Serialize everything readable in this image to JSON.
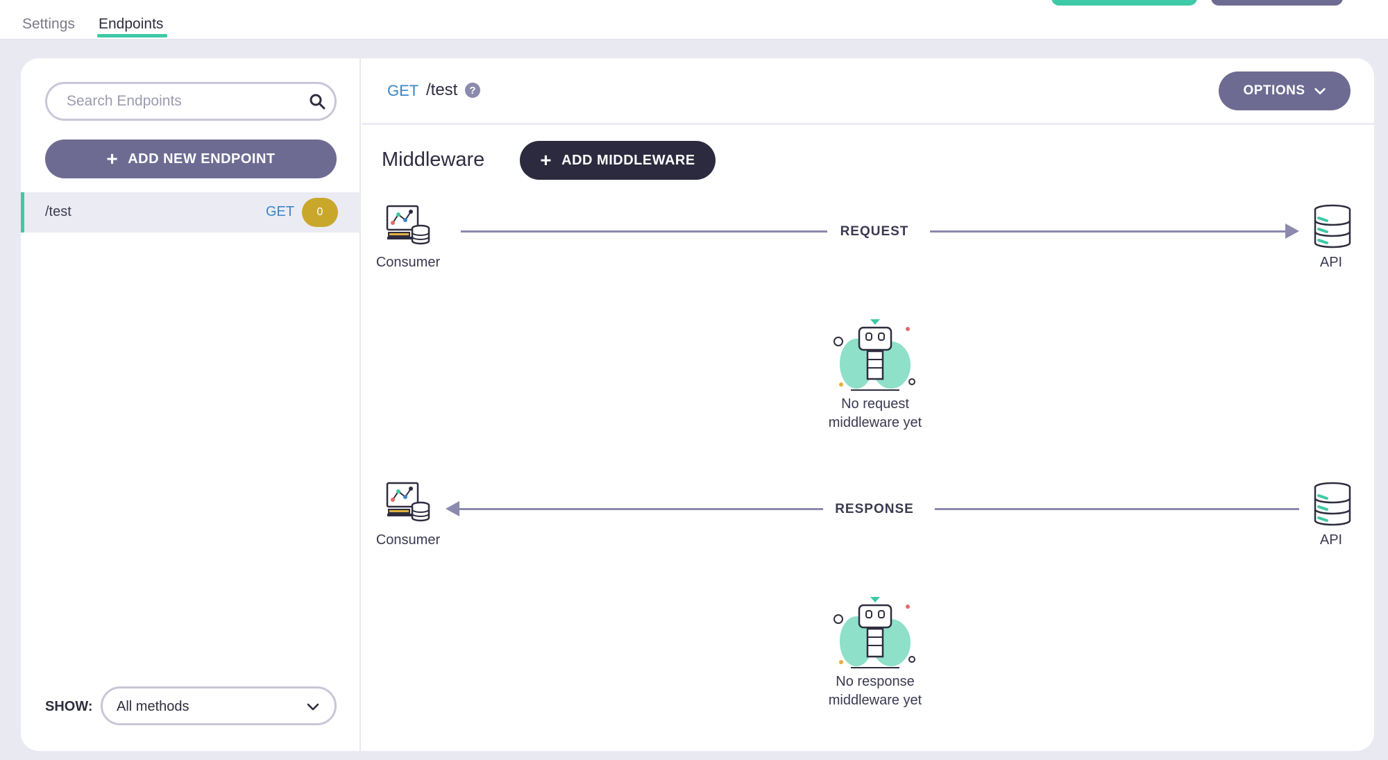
{
  "tabs": [
    {
      "label": "Settings",
      "active": false
    },
    {
      "label": "Endpoints",
      "active": true
    }
  ],
  "sidebar": {
    "search_placeholder": "Search Endpoints",
    "add_endpoint_label": "ADD NEW ENDPOINT",
    "endpoints": [
      {
        "path": "/test",
        "method": "GET",
        "count": "0"
      }
    ],
    "show_label": "SHOW:",
    "filter_value": "All methods"
  },
  "header": {
    "method": "GET",
    "path": "/test",
    "help_icon": "question-circle-icon",
    "options_label": "OPTIONS"
  },
  "middleware": {
    "title": "Middleware",
    "add_label": "ADD MIDDLEWARE",
    "request": {
      "from_label": "Consumer",
      "to_label": "API",
      "direction_label": "REQUEST",
      "empty_text_line1": "No request",
      "empty_text_line2": "middleware yet"
    },
    "response": {
      "from_label": "Consumer",
      "to_label": "API",
      "direction_label": "RESPONSE",
      "empty_text_line1": "No response",
      "empty_text_line2": "middleware yet"
    }
  },
  "colors": {
    "accent": "#3ec9a7",
    "primary_button": "#6e6b93",
    "dark_button": "#2b2a3e",
    "method": "#3a86c4",
    "badge": "#c9a72b"
  }
}
